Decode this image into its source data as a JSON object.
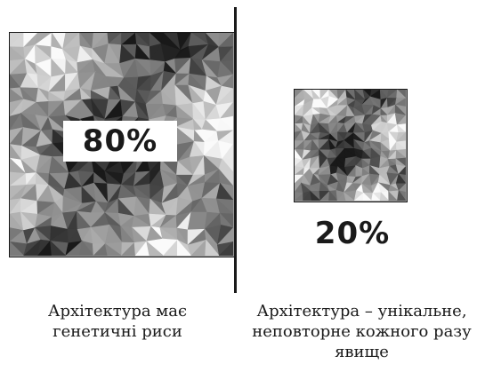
{
  "left_panel": {
    "percent_label": "80%",
    "caption": "Архітектура має\nгенетичні риси"
  },
  "right_panel": {
    "percent_label": "20%",
    "caption": "Архітектура – унікальне,\nнеповторне кожного разу\nявище"
  }
}
